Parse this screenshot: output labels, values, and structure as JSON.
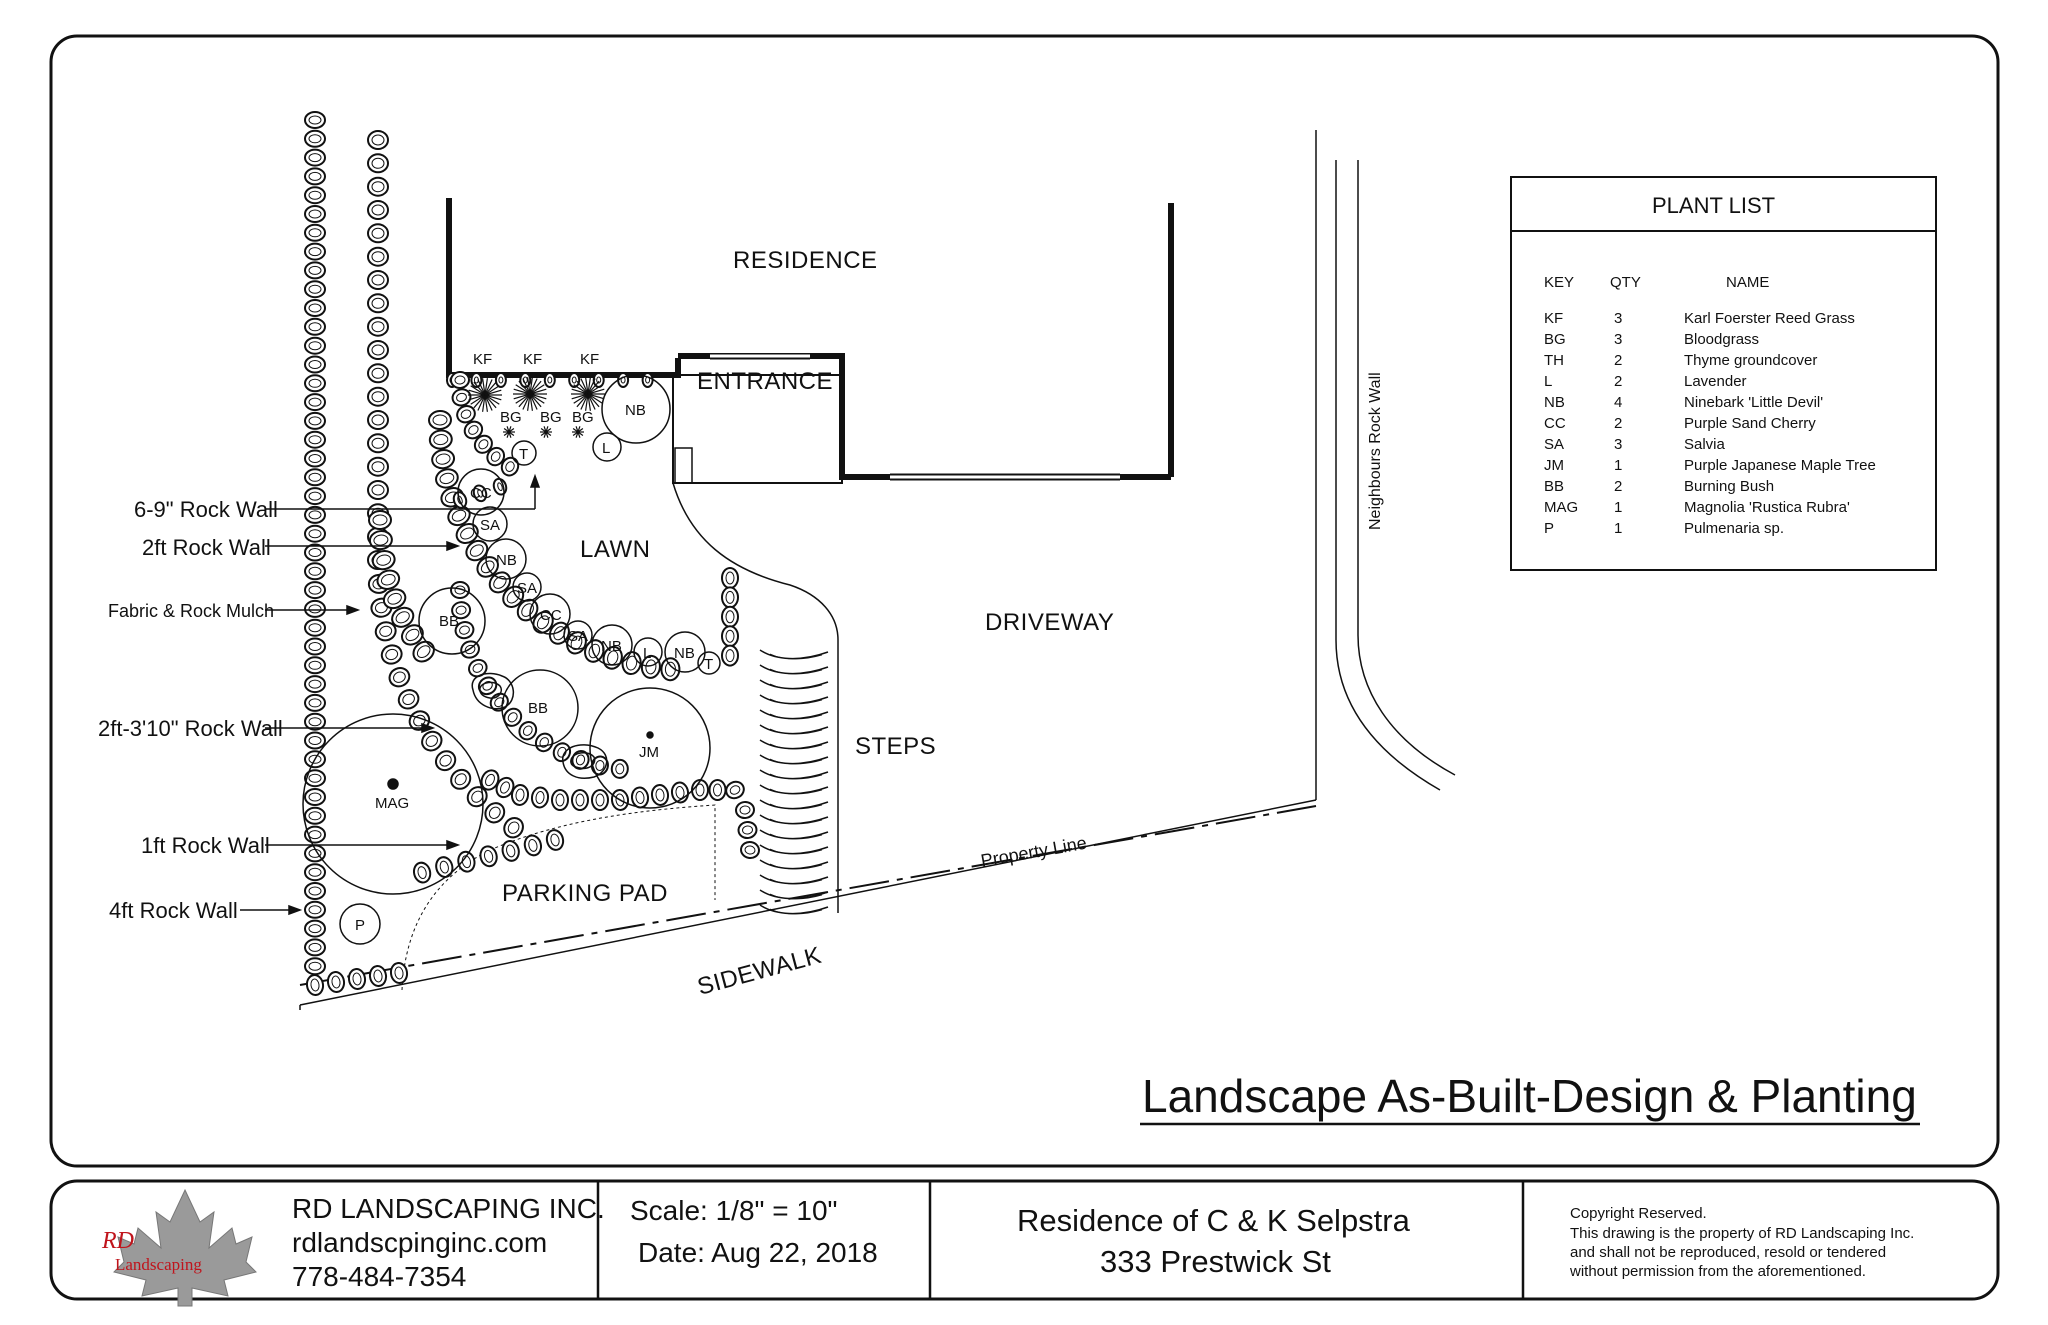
{
  "areas": {
    "residence": "RESIDENCE",
    "entrance": "ENTRANCE",
    "lawn": "LAWN",
    "driveway": "DRIVEWAY",
    "steps": "STEPS",
    "parking_pad": "PARKING PAD",
    "sidewalk": "SIDEWALK",
    "property_line": "Property Line",
    "neighbours_wall": "Neighbours Rock Wall"
  },
  "callouts": [
    "6-9\" Rock Wall",
    "2ft Rock Wall",
    "Fabric & Rock Mulch",
    "2ft-3'10\" Rock Wall",
    "1ft  Rock Wall",
    "4ft  Rock Wall"
  ],
  "plant_labels": {
    "kf": "KF",
    "bg": "BG",
    "nb": "NB",
    "l": "L",
    "t": "T",
    "cc": "CC",
    "sa": "SA",
    "bb": "BB",
    "jm": "JM",
    "mag": "MAG",
    "p": "P"
  },
  "plant_list": {
    "title": "PLANT LIST",
    "headers": [
      "KEY",
      "QTY",
      "NAME"
    ],
    "rows": [
      [
        "KF",
        "3",
        "Karl Foerster Reed Grass"
      ],
      [
        "BG",
        "3",
        "Bloodgrass"
      ],
      [
        "TH",
        "2",
        "Thyme groundcover"
      ],
      [
        "L",
        "2",
        "Lavender"
      ],
      [
        "NB",
        "4",
        "Ninebark 'Little Devil'"
      ],
      [
        "CC",
        "2",
        "Purple Sand Cherry"
      ],
      [
        "SA",
        "3",
        "Salvia"
      ],
      [
        "JM",
        "1",
        "Purple Japanese Maple Tree"
      ],
      [
        "BB",
        "2",
        "Burning Bush"
      ],
      [
        "MAG",
        "1",
        "Magnolia 'Rustica Rubra'"
      ],
      [
        "P",
        "1",
        "Pulmenaria sp."
      ]
    ]
  },
  "sheet_title": "Landscape As-Built-Design & Planting",
  "title_block": {
    "logo_text": "RD Landscaping",
    "company": "RD LANDSCAPING INC.",
    "website": "rdlandscpinginc.com",
    "phone": "778-484-7354",
    "scale": "Scale: 1/8\" = 10\"",
    "date": "Date: Aug 22, 2018",
    "residence": "Residence of C & K Selpstra",
    "address": "333 Prestwick St",
    "copyright_title": "Copyright Reserved.",
    "copyright_lines": [
      "This drawing is the property of RD Landscaping Inc.",
      "and shall not be reproduced, resold or tendered",
      "without permission from the aforementioned."
    ]
  },
  "colors": {
    "ink": "#111111",
    "logo_red": "#c0141c",
    "maple_gray": "#9a9a9a"
  }
}
